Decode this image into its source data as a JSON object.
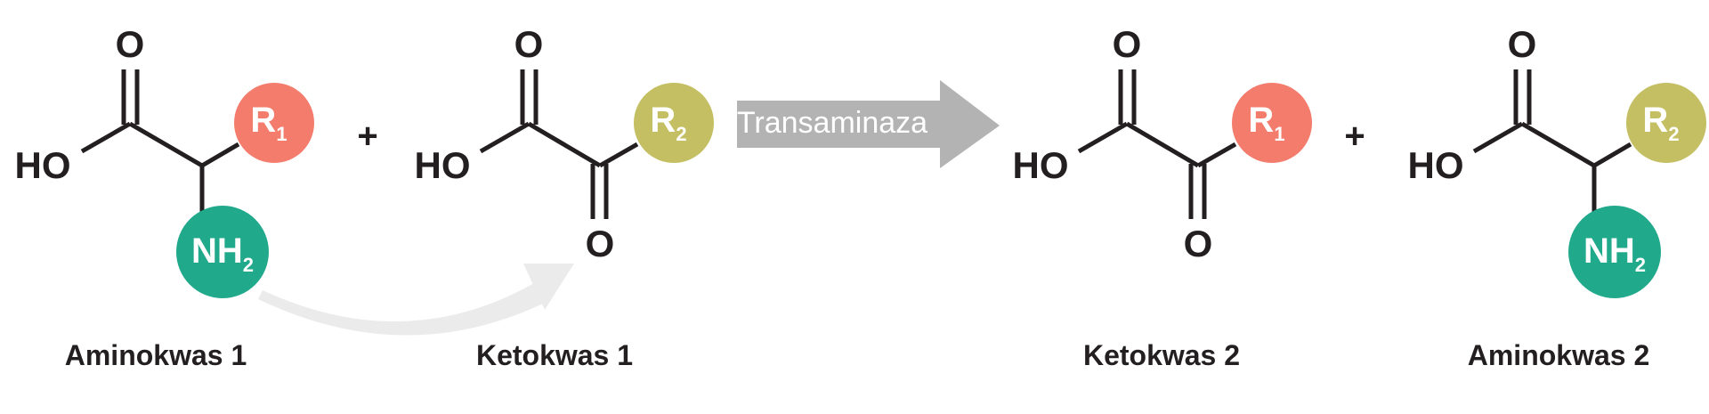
{
  "colors": {
    "bond": "#231f20",
    "r1": "#f47c6c",
    "r2": "#c4bf62",
    "nh2": "#21a98c",
    "reaction_arrow": "#b3b3b3",
    "transfer_arrow": "#ebebeb"
  },
  "atoms": {
    "oxygen": "O",
    "hydroxyl": "HO"
  },
  "groups": {
    "r1": {
      "main": "R",
      "sub": "1"
    },
    "r2": {
      "main": "R",
      "sub": "2"
    },
    "amino": {
      "main": "NH",
      "sub": "2"
    }
  },
  "operators": {
    "plus": "+"
  },
  "enzyme": "Transaminaza",
  "molecules": [
    {
      "name": "Aminokwas 1"
    },
    {
      "name": "Ketokwas 1"
    },
    {
      "name": "Ketokwas 2"
    },
    {
      "name": "Aminokwas 2"
    }
  ]
}
